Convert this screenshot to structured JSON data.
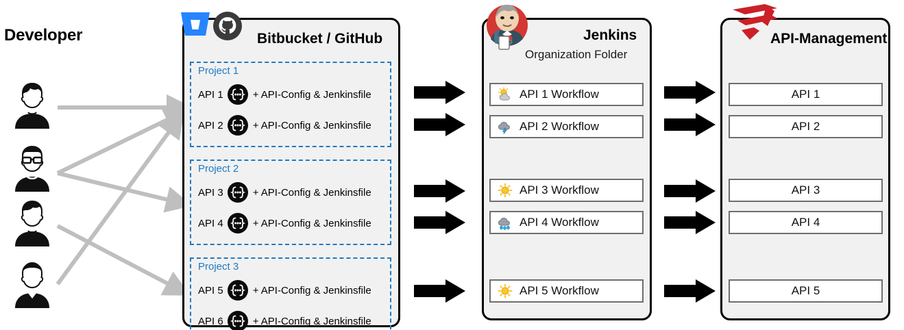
{
  "developer": {
    "title": "Developer",
    "avatars": [
      {
        "name": "developer-avatar-1",
        "style": "spiky-hair"
      },
      {
        "name": "developer-avatar-2",
        "style": "glasses"
      },
      {
        "name": "developer-avatar-3",
        "style": "short-hair"
      },
      {
        "name": "developer-avatar-4",
        "style": "v-neck"
      }
    ]
  },
  "scm": {
    "title": "Bitbucket / GitHub",
    "logos": [
      "bitbucket-logo",
      "github-logo"
    ],
    "api_suffix": "+ API-Config & Jenkinsfile",
    "projects": [
      {
        "label": "Project 1",
        "apis": [
          {
            "name": "API 1",
            "icon": "swagger-icon",
            "suffix": "+ API-Config & Jenkinsfile"
          },
          {
            "name": "API 2",
            "icon": "swagger-icon",
            "suffix": "+ API-Config & Jenkinsfile"
          }
        ]
      },
      {
        "label": "Project 2",
        "apis": [
          {
            "name": "API 3",
            "icon": "swagger-icon",
            "suffix": "+ API-Config & Jenkinsfile"
          },
          {
            "name": "API 4",
            "icon": "swagger-icon",
            "suffix": "+ API-Config & Jenkinsfile"
          }
        ]
      },
      {
        "label": "Project 3",
        "apis": [
          {
            "name": "API 5",
            "icon": "swagger-icon",
            "suffix": "+ API-Config & Jenkinsfile"
          },
          {
            "name": "API 6",
            "icon": "swagger-icon",
            "suffix": "+ API-Config & Jenkinsfile"
          }
        ]
      }
    ]
  },
  "jenkins": {
    "title": "Jenkins",
    "subtitle": "Organization Folder",
    "logo": "jenkins-butler-logo",
    "workflows": [
      {
        "label": "API 1 Workflow",
        "weather_icon": "sun-behind-cloud-icon"
      },
      {
        "label": "API 2 Workflow",
        "weather_icon": "cloud-with-lightning-icon"
      },
      {
        "label": "API 3 Workflow",
        "weather_icon": "sun-icon"
      },
      {
        "label": "API 4 Workflow",
        "weather_icon": "cloud-with-rain-icon"
      },
      {
        "label": "API 5 Workflow",
        "weather_icon": "sun-icon"
      }
    ]
  },
  "apim": {
    "title": "API-Management",
    "logo": "axway-logo",
    "apis": [
      {
        "label": "API 1"
      },
      {
        "label": "API 2"
      },
      {
        "label": "API 3"
      },
      {
        "label": "API 4"
      },
      {
        "label": "API 5"
      }
    ]
  },
  "colors": {
    "bitbucket_blue": "#2684FF",
    "github_dark": "#3b3b3b",
    "project_blue": "#1f7ac4",
    "axway_red": "#cb2027",
    "jenkins_red": "#d33833",
    "panel_fill": "#f1f1f1",
    "panel_border": "#000000",
    "item_border": "#6e6e6e",
    "gray_arrow": "#bfbfbf"
  }
}
